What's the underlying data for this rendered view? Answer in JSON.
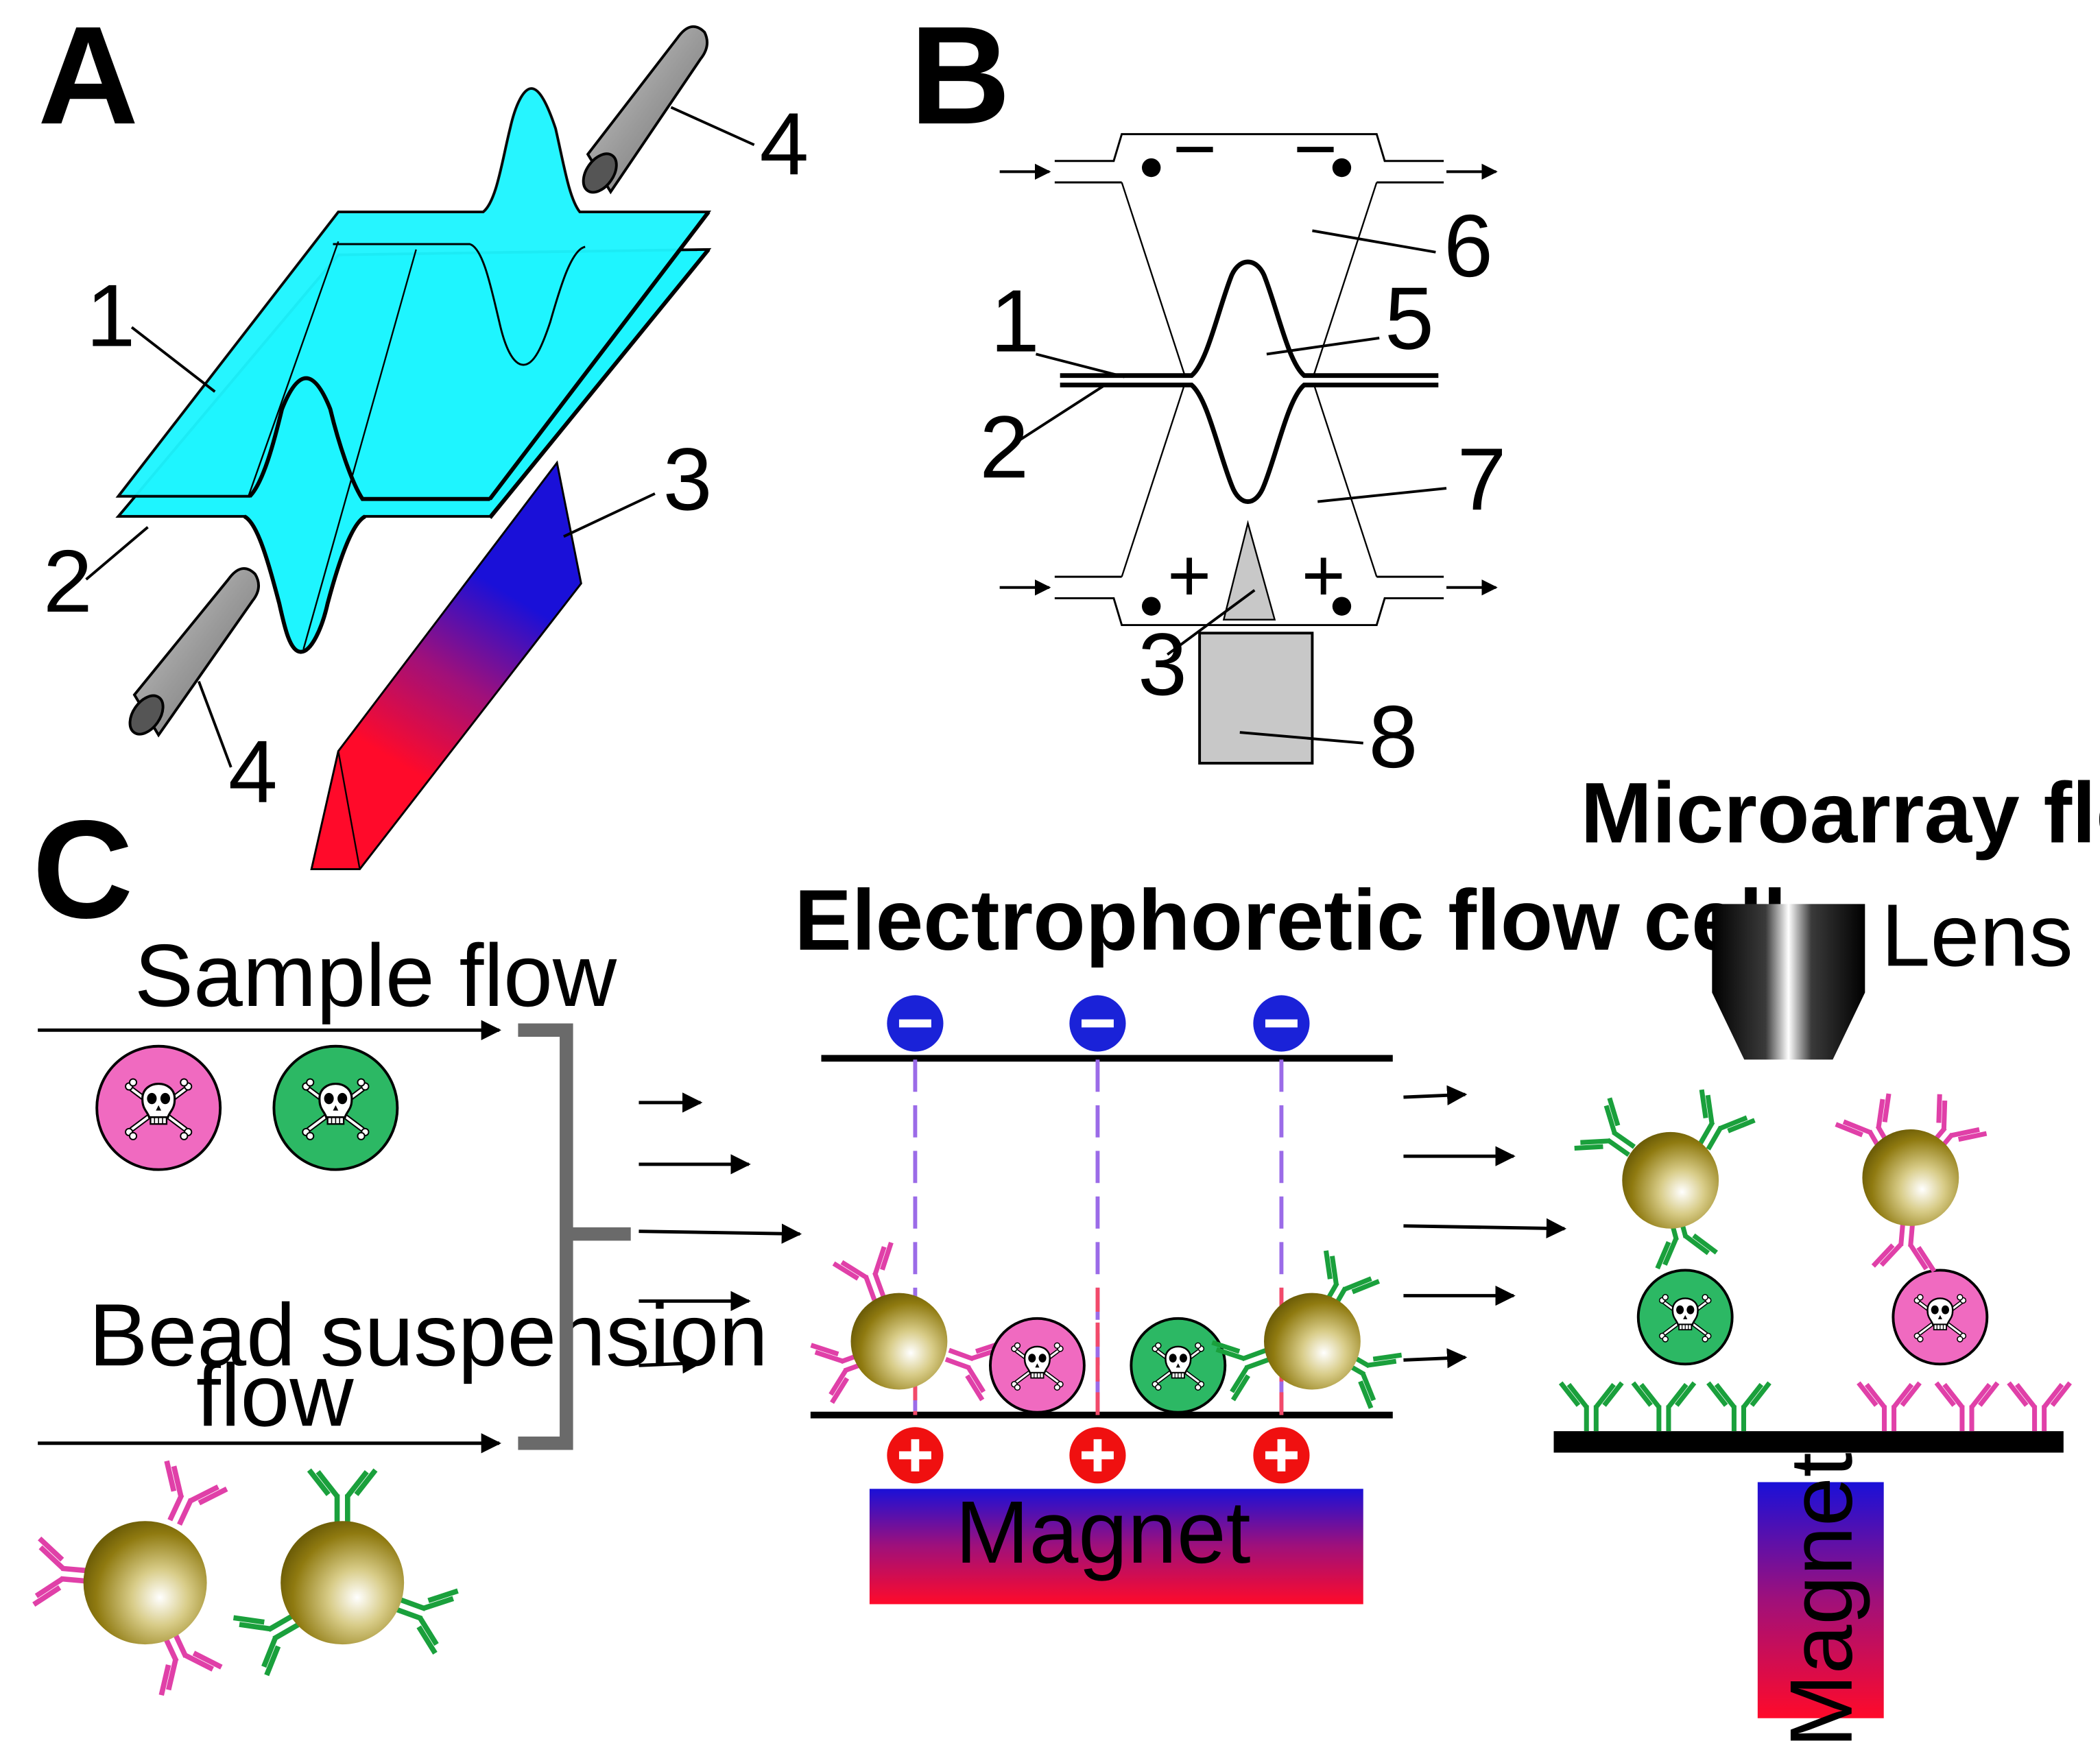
{
  "panels": {
    "a": {
      "letter": "A",
      "labels": [
        "1",
        "2",
        "3",
        "4",
        "4"
      ]
    },
    "b": {
      "letter": "B",
      "labels": [
        "1",
        "2",
        "3",
        "5",
        "6",
        "7",
        "8"
      ],
      "minus": "−",
      "plus": "+"
    },
    "c": {
      "letter": "C",
      "sample_flow": "Sample flow",
      "bead_line1": "Bead suspension",
      "bead_line2": "flow",
      "electro_title": "Electrophoretic flow cell",
      "micro_title": "Microarray flow cell",
      "lens": "Lens",
      "magnet": "Magnet",
      "magnet_vertical": "Magnet"
    }
  },
  "colors": {
    "membrane": "#1ef5ff",
    "rod": "#9a9a9a",
    "prism_top": "#1a10d8",
    "prism_bottom": "#ff0a2a",
    "pink_antibody": "#e040a8",
    "green_antibody": "#1aa03c",
    "bead": "#8f7a10",
    "minus_electrode": "#1a22d8",
    "plus_electrode": "#f01010",
    "connector": "#6a6a6a"
  },
  "icons": [
    "skull-crossbones-icon",
    "antibody-icon",
    "magnetic-bead-icon",
    "arrow-right-icon",
    "minus-electrode-icon",
    "plus-electrode-icon"
  ]
}
